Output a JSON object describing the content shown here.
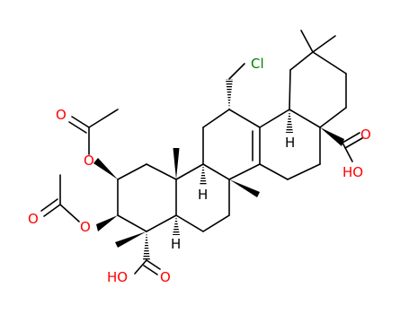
{
  "molecule": {
    "atoms": [
      {
        "id": "cl",
        "text": "Cl",
        "color": "#008000"
      },
      {
        "id": "o-acetyl-1-carbonyl",
        "text": "O",
        "color": "#ff0000"
      },
      {
        "id": "o-acetyl-1-ester",
        "text": "O",
        "color": "#ff0000"
      },
      {
        "id": "o-acetyl-2-carbonyl",
        "text": "O",
        "color": "#ff0000"
      },
      {
        "id": "o-acetyl-2-ester",
        "text": "O",
        "color": "#ff0000"
      },
      {
        "id": "o-acid-right-carbonyl",
        "text": "O",
        "color": "#ff0000"
      },
      {
        "id": "oh-acid-right",
        "text": "HO",
        "color": "#ff0000"
      },
      {
        "id": "o-acid-bottom-carbonyl",
        "text": "O",
        "color": "#ff0000"
      },
      {
        "id": "oh-acid-bottom",
        "text": "HO",
        "color": "#ff0000"
      },
      {
        "id": "h-stereo-1",
        "text": "H",
        "color": "#000000"
      },
      {
        "id": "h-stereo-2",
        "text": "H",
        "color": "#000000"
      },
      {
        "id": "h-stereo-3",
        "text": "H",
        "color": "#000000"
      }
    ],
    "bond_color": "#000000"
  }
}
